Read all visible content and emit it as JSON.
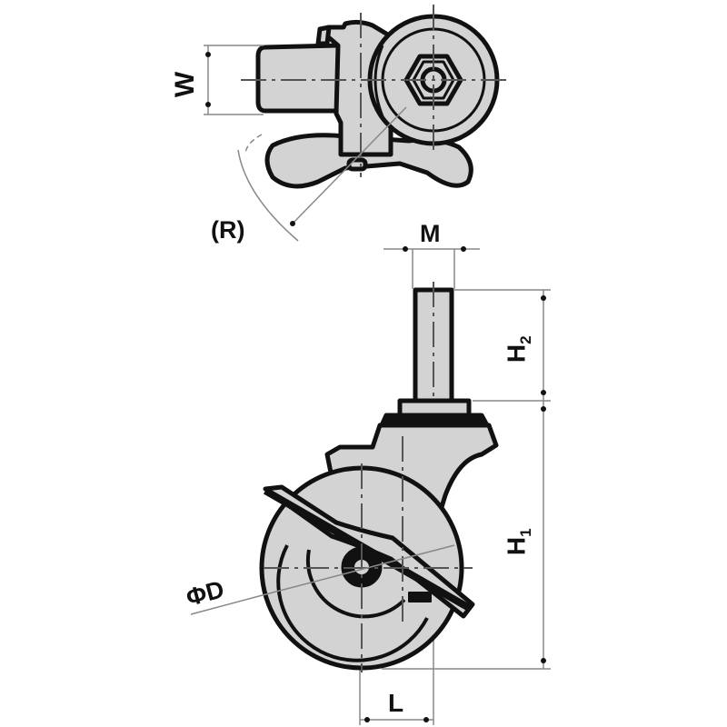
{
  "diagram": {
    "type": "caster-wheel-dimension-drawing",
    "views": [
      "top-view",
      "side-view"
    ],
    "colors": {
      "fill": "#d3d3d3",
      "outline": "#111111",
      "dimension_line": "#888888",
      "background": "#ffffff"
    }
  },
  "labels": {
    "width": "W",
    "radius": "(R)",
    "thread": "M",
    "stem_height": "H",
    "stem_height_sub": "2",
    "overall_height": "H",
    "overall_height_sub": "1",
    "diameter": "ΦD",
    "offset": "L"
  }
}
